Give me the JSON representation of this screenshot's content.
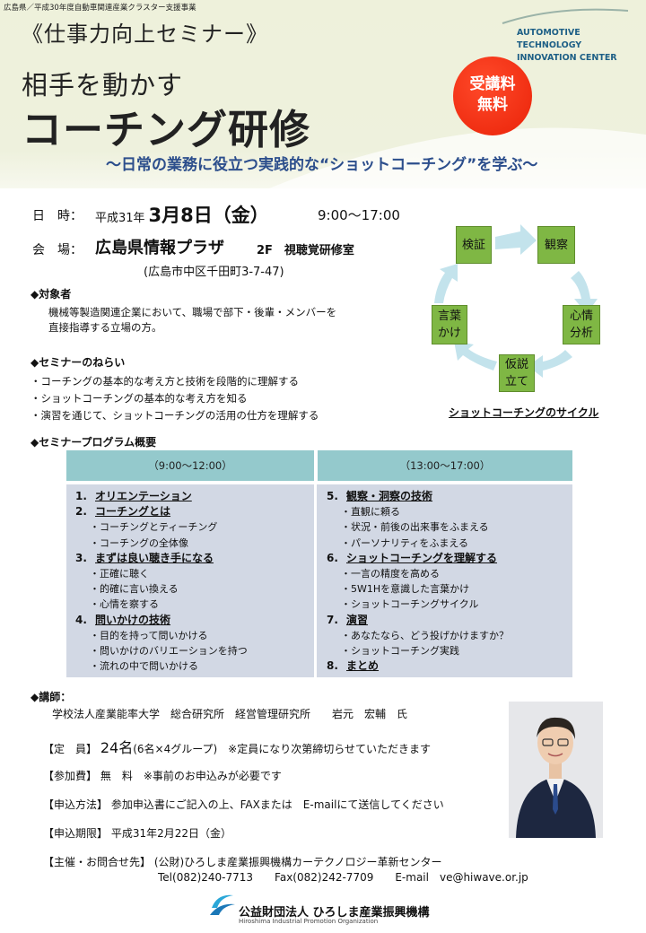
{
  "header": {
    "top_note": "広島県／平成30年度自動車関連産業クラスター支援事業",
    "seminar_series": "《仕事力向上セミナー》",
    "title_line1": "相手を動かす",
    "title_line2": "コーチング研修",
    "tagline": "～日常の業務に役立つ実践的な“ショットコーチング”を学ぶ～",
    "center_name": [
      "AUTOMOTIVE TECHNOLOGY",
      "INNOVATION CENTER"
    ],
    "badge": [
      "受講料",
      "無料"
    ]
  },
  "schedule": {
    "date_label": "日　時：",
    "date_era": "平成31年",
    "date_main": "3月8日（金）",
    "time": "9:00～17:00",
    "place_label": "会　場：",
    "place_name": "広島県情報プラザ",
    "place_floor": "2F　視聴覚研修室",
    "place_address": "(広島市中区千田町3-7-47)"
  },
  "target": {
    "heading": "◆対象者",
    "lines": [
      "機械等製造関連企業において、職場で部下・後輩・メンバーを",
      "直接指導する立場の方。"
    ]
  },
  "aims": {
    "heading": "◆セミナーのねらい",
    "lines": [
      "・コーチングの基本的な考え方と技術を段階的に理解する",
      "・ショットコーチングの基本的な考え方を知る",
      "・演習を通じて、ショットコーチングの活用の仕方を理解する"
    ]
  },
  "program": {
    "heading": "◆セミナープログラム概要",
    "col_left": "（9:00～12:00）",
    "col_right": "（13:00～17:00）",
    "left_items": [
      {
        "num": "1.",
        "title": "オリエンテーション",
        "subs": []
      },
      {
        "num": "2.",
        "title": "コーチングとは",
        "subs": [
          "・コーチングとティーチング",
          "・コーチングの全体像"
        ]
      },
      {
        "num": "3.",
        "title": "まずは良い聴き手になる",
        "subs": [
          "・正確に聴く",
          "・的確に言い換える",
          "・心情を察する"
        ]
      },
      {
        "num": "4.",
        "title": "問いかけの技術",
        "subs": [
          "・目的を持って問いかける",
          "・問いかけのバリエーションを持つ",
          "・流れの中で問いかける"
        ]
      }
    ],
    "right_items": [
      {
        "num": "5.",
        "title": "観察・洞察の技術",
        "subs": [
          "・直観に頼る",
          "・状況・前後の出来事をふまえる",
          "・パーソナリティをふまえる"
        ]
      },
      {
        "num": "6.",
        "title": "ショットコーチングを理解する",
        "subs": [
          "・一言の精度を高める",
          "・5W1Hを意識した言葉かけ",
          "・ショットコーチングサイクル"
        ]
      },
      {
        "num": "7.",
        "title": "演習",
        "subs": [
          "・あなたなら、どう投げかけますか？",
          "・ショットコーチング実践"
        ]
      },
      {
        "num": "8.",
        "title": "まとめ",
        "subs": []
      }
    ]
  },
  "cycle": {
    "label": "ショットコーチングのサイクル",
    "steps": [
      [
        "検証"
      ],
      [
        "観察"
      ],
      [
        "心情",
        "分析"
      ],
      [
        "仮説",
        "立て"
      ],
      [
        "言葉",
        "かけ"
      ]
    ]
  },
  "lecturer": {
    "heading": "◆講師：",
    "line": "学校法人産業能率大学　総合研究所　経営管理研究所　　岩元　宏輔　氏"
  },
  "details": {
    "capacity_label": "【定　員】",
    "capacity_num": "24名",
    "capacity_note": "(6名×4グループ)　※定員になり次第締切らせていただきます",
    "fee": "【参加費】 無　料　※事前のお申込みが必要です",
    "apply": "【申込方法】 参加申込書にご記入の上、FAXまたは　E-mailにて送信してください",
    "deadline": "【申込期限】 平成31年2月22日（金）",
    "contact": "【主催・お問合せ先】 (公財)ひろしま産業振興機構カーテクノロジー革新センター",
    "contact_line2": "Tel(082)240-7713　　Fax(082)242-7709　　E-mail　ve@hiwave.or.jp"
  },
  "footer": {
    "org": "公益財団法人 ひろしま産業振興機構",
    "org_en": "Hiroshima Industrial Promotion Organization"
  },
  "colors": {
    "accent_teal": "#94c9cc",
    "program_bg": "#d2d8e4",
    "cycle_green": "#7fb744",
    "badge_red": "#ea2208",
    "arrow": "#bfe0ea"
  }
}
